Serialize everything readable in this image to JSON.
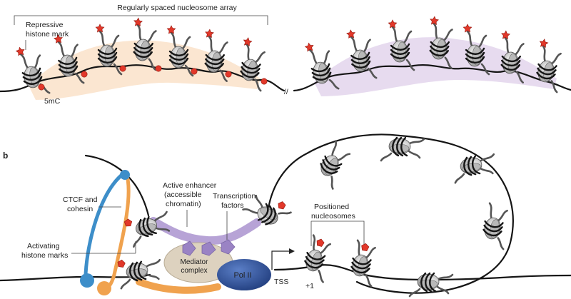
{
  "panel_a": {
    "array_title": "Regularly spaced nucleosome array",
    "repressive_mark_line1": "Repressive",
    "repressive_mark_line2": "histone mark",
    "methylation_label": "5mC",
    "break_symbol": "//"
  },
  "panel_b": {
    "panel_letter": "b",
    "ctcf_line1": "CTCF and",
    "ctcf_line2": "cohesin",
    "enhancer_line1": "Active enhancer",
    "enhancer_line2": "(accessible",
    "enhancer_line3": "chromatin)",
    "tf_line1": "Transcription",
    "tf_line2": "factors",
    "positioned_line1": "Positioned",
    "positioned_line2": "nucleosomes",
    "activating_line1": "Activating",
    "activating_line2": "histone marks",
    "mediator_line1": "Mediator",
    "mediator_line2": "complex",
    "pol2_label": "Pol II",
    "tss_label": "TSS",
    "plus_one_label": "+1"
  },
  "colors": {
    "orange_glow": "#fbe3cc",
    "lilac_glow": "#e6d9ee",
    "red_mark": "#e2382a",
    "nucleosome": "#c8c8c8",
    "enhancer_purple": "#b7a3d6",
    "ctcf_blue": "#3d8ec9",
    "cohesin_orange": "#f0a24e",
    "mediator_tan": "#ddd2bf",
    "pol2_blue": "#2a4a8f",
    "tf_purple": "#9a83c4"
  }
}
